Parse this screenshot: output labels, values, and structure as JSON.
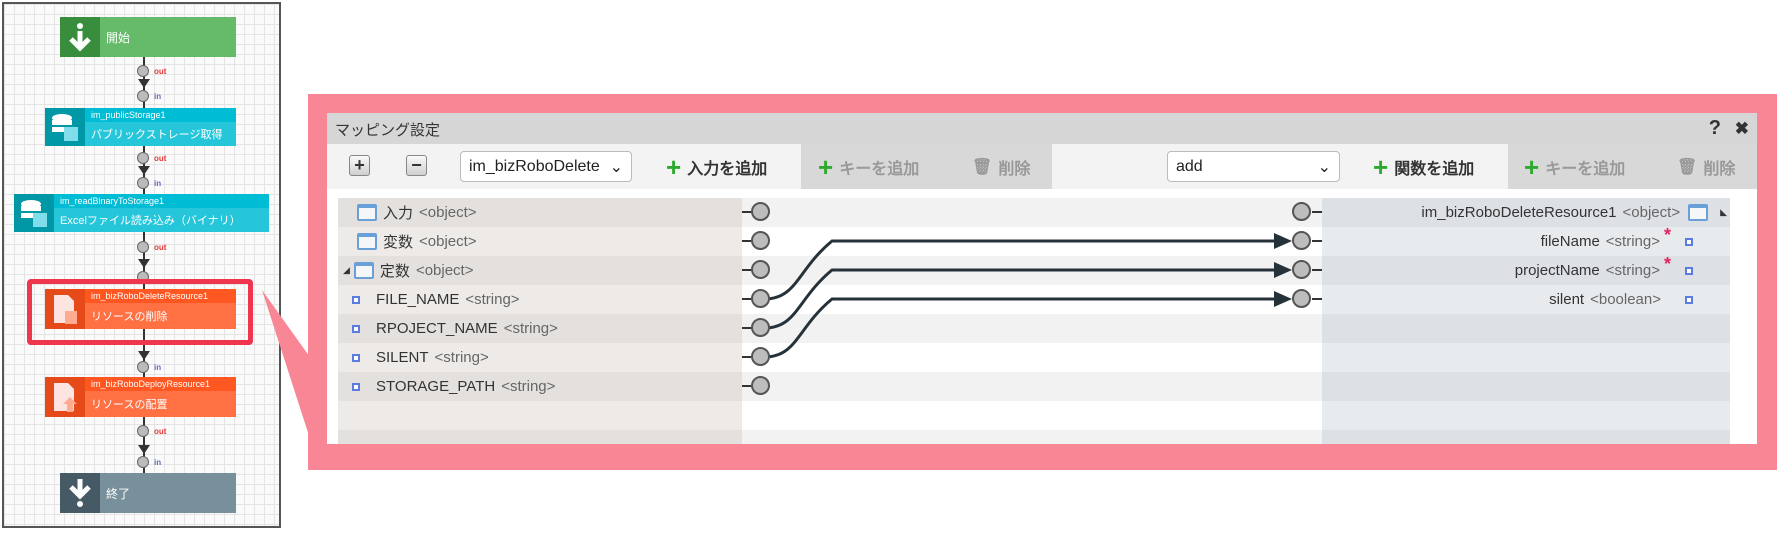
{
  "flow": {
    "nodes": [
      {
        "title": "",
        "label": "開始",
        "icon": "arrow-down-start-icon"
      },
      {
        "title": "im_publicStorage1",
        "label": "パブリックストレージ取得",
        "icon": "database-icon"
      },
      {
        "title": "im_readBinaryToStorage1",
        "label": "Excelファイル読み込み（バイナリ）",
        "icon": "database-icon"
      },
      {
        "title": "im_bizRoboDeleteResource1",
        "label": "リソースの削除",
        "icon": "file-delete-icon"
      },
      {
        "title": "im_bizRoboDeployResource1",
        "label": "リソースの配置",
        "icon": "file-upload-icon"
      },
      {
        "title": "",
        "label": "終了",
        "icon": "arrow-down-end-icon"
      }
    ],
    "port_out": "out",
    "port_in": "in"
  },
  "dialog": {
    "title": "マッピング設定",
    "help": "?",
    "close": "✖",
    "toolbar": {
      "expand": "+",
      "collapse": "−",
      "input_select": "im_bizRoboDelete",
      "add_input": "入力を追加",
      "add_key_left": "キーを追加",
      "delete_left": "削除",
      "function_select": "add",
      "add_function": "関数を追加",
      "add_key_right": "キーを追加",
      "delete_right": "削除"
    },
    "left_rows": [
      {
        "name": "入力",
        "type": "<object>"
      },
      {
        "name": "変数",
        "type": "<object>"
      },
      {
        "name": "定数",
        "type": "<object>"
      },
      {
        "name": "FILE_NAME",
        "type": "<string>"
      },
      {
        "name": "RPOJECT_NAME",
        "type": "<string>"
      },
      {
        "name": "SILENT",
        "type": "<string>"
      },
      {
        "name": "STORAGE_PATH",
        "type": "<string>"
      }
    ],
    "right_rows": [
      {
        "name": "im_bizRoboDeleteResource1",
        "type": "<object>"
      },
      {
        "name": "fileName",
        "type": "<string>",
        "required": "*"
      },
      {
        "name": "projectName",
        "type": "<string>",
        "required": "*"
      },
      {
        "name": "silent",
        "type": "<boolean>"
      }
    ],
    "mappings": [
      {
        "from": "FILE_NAME",
        "to": "fileName"
      },
      {
        "from": "RPOJECT_NAME",
        "to": "projectName"
      },
      {
        "from": "SILENT",
        "to": "silent"
      }
    ]
  },
  "colors": {
    "highlight": "#f0364f",
    "callout": "#f98695",
    "green": "#66bb6a",
    "cyan": "#26c6da",
    "orange": "#ff7043",
    "slate": "#78909c"
  }
}
